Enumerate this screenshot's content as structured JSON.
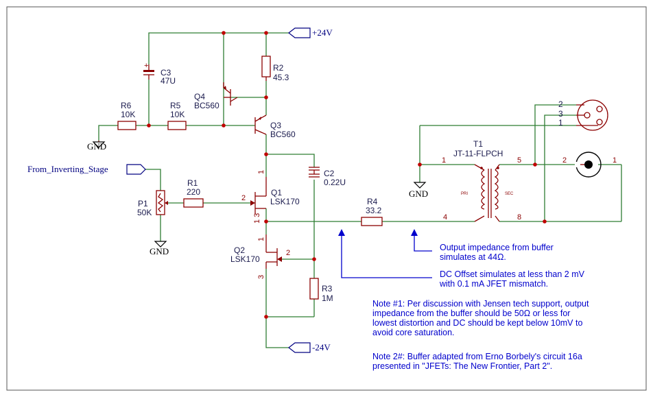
{
  "nets": {
    "vpos": "+24V",
    "vneg": "-24V",
    "input": "From_Inverting_Stage",
    "gnd": "GND"
  },
  "components": {
    "c3": {
      "ref": "C3",
      "value": "47U"
    },
    "r2": {
      "ref": "R2",
      "value": "45.3"
    },
    "q4": {
      "ref": "Q4",
      "value": "BC560"
    },
    "q3": {
      "ref": "Q3",
      "value": "BC560"
    },
    "r6": {
      "ref": "R6",
      "value": "10K"
    },
    "r5": {
      "ref": "R5",
      "value": "10K"
    },
    "c2": {
      "ref": "C2",
      "value": "0.22U"
    },
    "r1": {
      "ref": "R1",
      "value": "220"
    },
    "p1": {
      "ref": "P1",
      "value": "50K"
    },
    "q1": {
      "ref": "Q1",
      "value": "LSK170"
    },
    "q2": {
      "ref": "Q2",
      "value": "LSK170"
    },
    "r3": {
      "ref": "R3",
      "value": "1M"
    },
    "r4": {
      "ref": "R4",
      "value": "33.2"
    },
    "t1": {
      "ref": "T1",
      "value": "JT-11-FLPCH",
      "pri": "PRI",
      "sec": "SEC"
    }
  },
  "pins": {
    "q1_d": "1",
    "q1_g": "2",
    "q1_s": "1 3",
    "q2_d": "3",
    "q2_g": "2",
    "q2_s": "1",
    "t1_1": "1",
    "t1_4": "4",
    "t1_5": "5",
    "t1_8": "8",
    "xlr_2": "2",
    "xlr_3": "3",
    "xlr_1": "1",
    "bnc_2": "2",
    "bnc_1": "1"
  },
  "annotations": {
    "impedance_line1": "Output impedance from buffer",
    "impedance_line2": "simulates at 44Ω.",
    "offset_line1": "DC Offset simulates at less than 2 mV",
    "offset_line2": "with 0.1 mA JFET mismatch.",
    "note1_line1": "Note #1: Per discussion with Jensen tech support, output",
    "note1_line2": "impedance from the buffer should be 50Ω or less for",
    "note1_line3": "lowest distortion and DC should be kept below 10mV to",
    "note1_line4": "avoid core saturation.",
    "note2_line1": "Note 2#: Buffer adapted from Erno Borbely's circuit 16a",
    "note2_line2": "presented in \"JFETs: The New Frontier, Part 2\"."
  },
  "colors": {
    "wire": "#2e7d32",
    "part": "#8b0000",
    "junction": "#c00000",
    "annotation": "#0000cc",
    "label": "#1a1a4d"
  }
}
